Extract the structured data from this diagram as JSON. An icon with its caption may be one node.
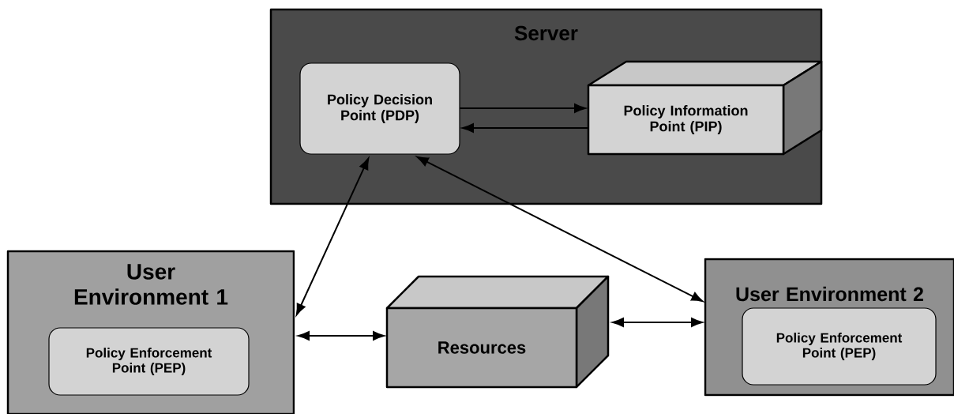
{
  "diagram": {
    "nodes": [
      {
        "text": [
          "Server"
        ]
      },
      {
        "text": [
          "Policy Decision Point (PDP)"
        ],
        "in": 0
      },
      {
        "text": [
          "Policy Information Point (PIP)"
        ],
        "in": 0
      },
      {
        "text": [
          "User Environment 1"
        ]
      },
      {
        "text": [
          "Policy Enforcement Point (PEP)"
        ],
        "in": 3
      },
      {
        "text": [
          "Resources"
        ]
      },
      {
        "text": [
          "User Environment 2"
        ]
      },
      {
        "text": [
          "Policy Enforcement Point (PEP)"
        ],
        "in": 6
      }
    ],
    "edges": [
      {
        "from": 1,
        "to": 2,
        "arrow": "to"
      },
      {
        "from": 2,
        "to": 1,
        "arrow": "to"
      },
      {
        "from": 3,
        "to": 1,
        "arrow": "both"
      },
      {
        "from": 6,
        "to": 1,
        "arrow": "both"
      },
      {
        "from": 3,
        "to": 5,
        "arrow": "both"
      },
      {
        "from": 5,
        "to": 6,
        "arrow": "both"
      }
    ]
  }
}
